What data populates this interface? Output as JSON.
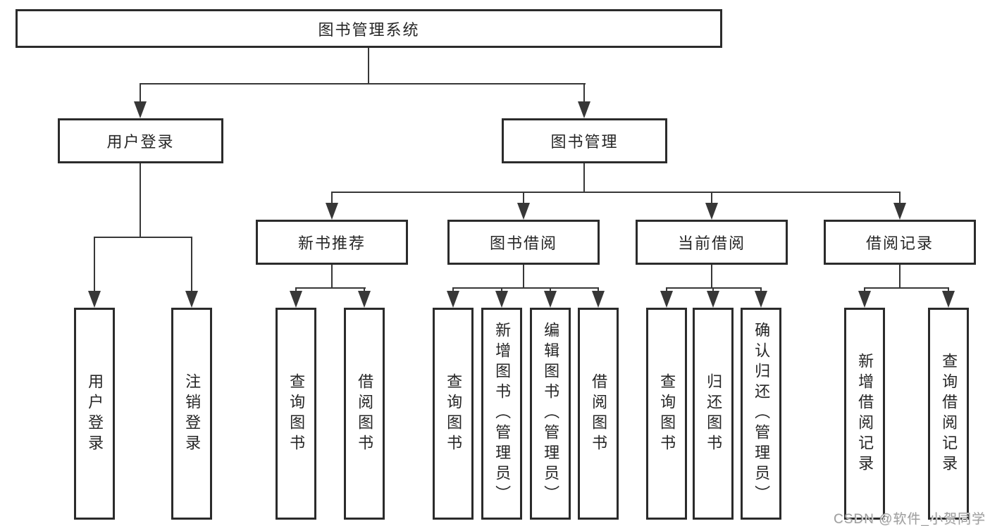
{
  "diagram": {
    "root": {
      "label": "图书管理系统"
    },
    "branches": [
      {
        "label": "用户登录",
        "children": [
          {
            "label": "用户登录"
          },
          {
            "label": "注销登录"
          }
        ]
      },
      {
        "label": "图书管理",
        "children": [
          {
            "label": "新书推荐",
            "children": [
              {
                "label": "查询图书"
              },
              {
                "label": "借阅图书"
              }
            ]
          },
          {
            "label": "图书借阅",
            "children": [
              {
                "label": "查询图书"
              },
              {
                "label": "新增图书（管理员）"
              },
              {
                "label": "编辑图书（管理员）"
              },
              {
                "label": "借阅图书"
              }
            ]
          },
          {
            "label": "当前借阅",
            "children": [
              {
                "label": "查询图书"
              },
              {
                "label": "归还图书"
              },
              {
                "label": "确认归还（管理员）"
              }
            ]
          },
          {
            "label": "借阅记录",
            "children": [
              {
                "label": "新增借阅记录"
              },
              {
                "label": "查询借阅记录"
              }
            ]
          }
        ]
      }
    ]
  },
  "watermark": {
    "text": "CSDN @软件_小贺同学"
  },
  "colors": {
    "background": "#ffffff",
    "box_border": "#2b2b2b",
    "connector_line": "#373737",
    "text": "#262626",
    "watermark_text": "#9e9e9e"
  }
}
